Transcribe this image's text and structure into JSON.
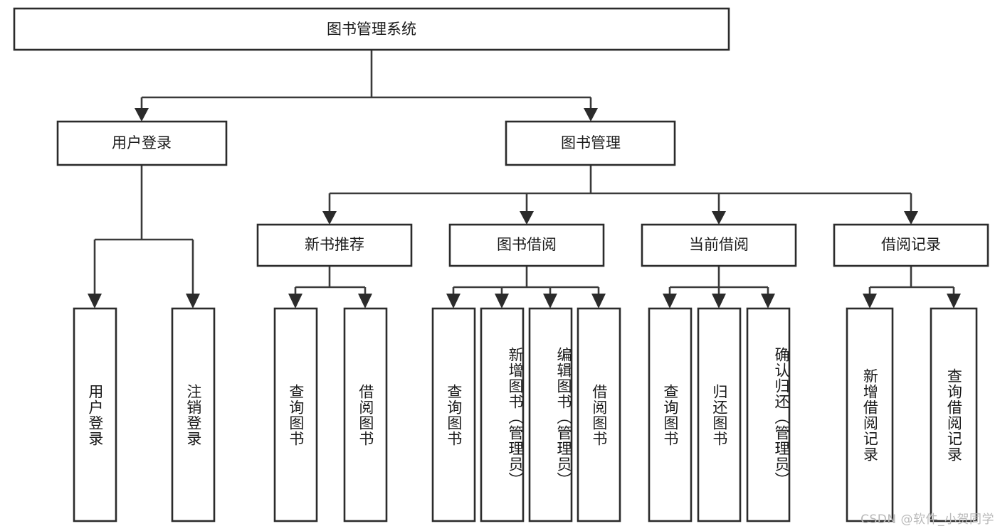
{
  "diagram": {
    "type": "hierarchy-tree",
    "title": "图书管理系统",
    "orientation": "top-down",
    "leaf_text_orientation": "vertical",
    "colors": {
      "box_stroke": "#2b2b2b",
      "box_fill": "#ffffff",
      "connector": "#3a3a3a",
      "text": "#1a1a1a",
      "background": "#ffffff",
      "watermark": "#b9b9b9"
    },
    "root": {
      "label": "图书管理系统"
    },
    "level2": [
      {
        "label": "用户登录"
      },
      {
        "label": "图书管理"
      }
    ],
    "level3": [
      {
        "label": "新书推荐"
      },
      {
        "label": "图书借阅"
      },
      {
        "label": "当前借阅"
      },
      {
        "label": "借阅记录"
      }
    ],
    "leaves": {
      "user_login": [
        {
          "label": "用户登录"
        },
        {
          "label": "注销登录"
        }
      ],
      "new_book_recommend": [
        {
          "label": "查询图书"
        },
        {
          "label": "借阅图书"
        }
      ],
      "book_borrow": [
        {
          "label": "查询图书"
        },
        {
          "label": "新增图书（管理员）"
        },
        {
          "label": "编辑图书（管理员）"
        },
        {
          "label": "借阅图书"
        }
      ],
      "current_borrow": [
        {
          "label": "查询图书"
        },
        {
          "label": "归还图书"
        },
        {
          "label": "确认归还（管理员）"
        }
      ],
      "borrow_record": [
        {
          "label": "新增借阅记录"
        },
        {
          "label": "查询借阅记录"
        }
      ]
    }
  },
  "watermark": {
    "text": "CSDN @软件_小贺同学"
  }
}
